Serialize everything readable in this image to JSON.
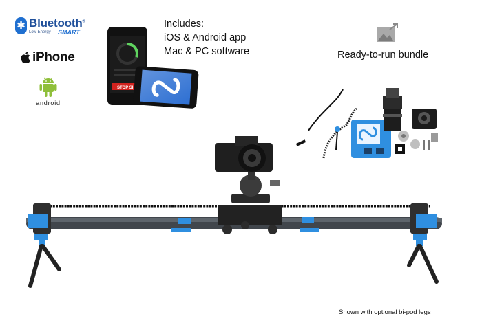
{
  "logos": {
    "bluetooth": {
      "badge": "✱",
      "word": "Bluetooth",
      "registered": "®",
      "tagline": "Low Energy",
      "smart": "SMART"
    },
    "iphone": {
      "word": "iPhone"
    },
    "android": {
      "word": "android"
    }
  },
  "includes": {
    "heading": "Includes:",
    "items": [
      "iOS & Android app",
      "Mac & PC software"
    ]
  },
  "bundle": {
    "label": "Ready-to-run bundle"
  },
  "phone_screen": {
    "stop_label": "STOP SH"
  },
  "caption": "Shown with optional bi-pod legs",
  "colors": {
    "accent_blue": "#2f8fe0",
    "bluetooth_blue": "#1f6fd0",
    "android_green": "#8fbf3a",
    "rail_dark": "#3b4147"
  }
}
